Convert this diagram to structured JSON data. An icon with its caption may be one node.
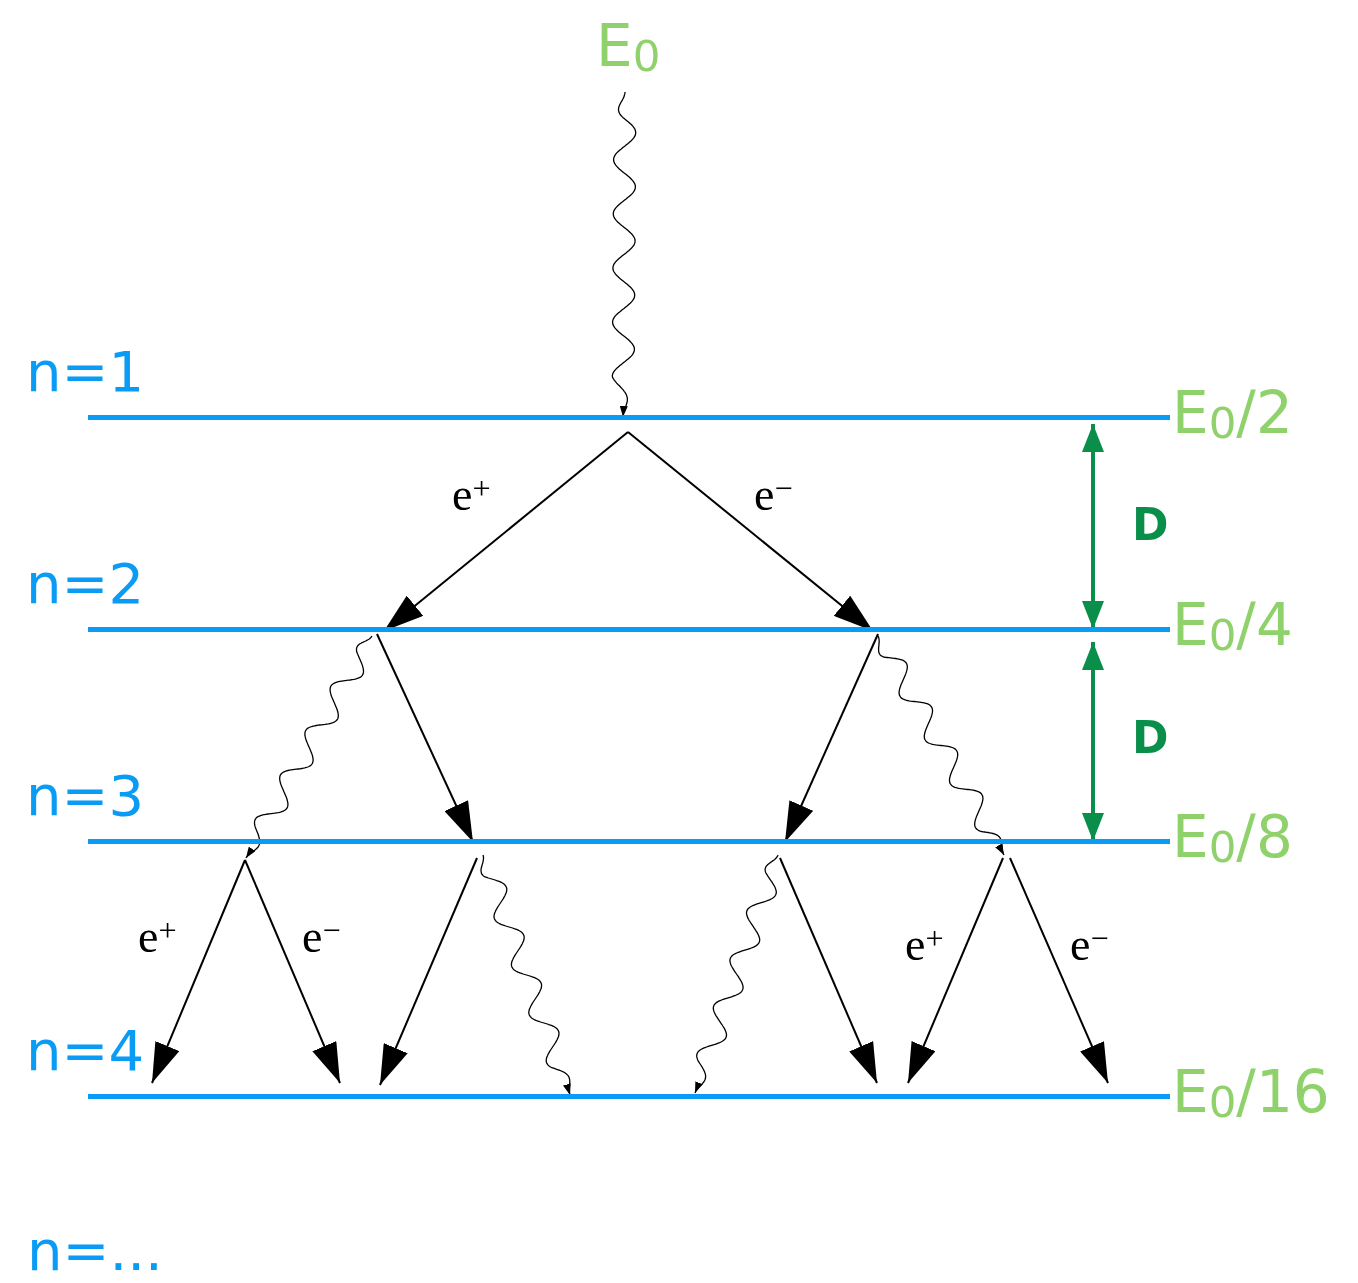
{
  "diagram": {
    "nodes": [
      {
        "text": [
          "E$_{0}$"
        ]
      },
      {
        "text": [
          "n=1"
        ],
        "beside": [
          "E$_{0}$/2"
        ]
      },
      {
        "text": [
          "n=2"
        ],
        "beside": [
          "E$_{0}$/4"
        ]
      },
      {
        "text": [
          "n=3"
        ],
        "beside": [
          "E$_{0}$/8"
        ]
      },
      {
        "text": [
          "n=4"
        ],
        "beside": [
          "E$_{0}$/16"
        ]
      }
    ],
    "edges": [
      {
        "from": 0,
        "to": 1,
        "arrow": "to"
      },
      {
        "from": 1,
        "to": 2,
        "arrow": "to",
        "label": "e$^{+}$"
      },
      {
        "from": 1,
        "to": 2,
        "arrow": "to",
        "label": "e$^{−}$"
      },
      {
        "from": 2,
        "to": 3,
        "arrow": "to"
      },
      {
        "from": 2,
        "to": 3,
        "arrow": "to"
      },
      {
        "from": 2,
        "to": 3,
        "arrow": "to"
      },
      {
        "from": 2,
        "to": 3,
        "arrow": "to"
      },
      {
        "from": 3,
        "to": 4,
        "arrow": "to",
        "label": "e$^{+}$"
      },
      {
        "from": 3,
        "to": 4,
        "arrow": "to",
        "label": "e$^{−}$"
      },
      {
        "from": 3,
        "to": 4,
        "arrow": "to"
      },
      {
        "from": 3,
        "to": 4,
        "arrow": "to"
      },
      {
        "from": 3,
        "to": 4,
        "arrow": "to"
      },
      {
        "from": 3,
        "to": 4,
        "arrow": "to"
      },
      {
        "from": 3,
        "to": 4,
        "arrow": "to",
        "label": "e$^{+}$"
      },
      {
        "from": 3,
        "to": 4,
        "arrow": "to",
        "label": "e$^{−}$"
      },
      {
        "from": 1,
        "to": 2,
        "arrow": "both",
        "label": "D",
        "color": "#0a8f4a"
      },
      {
        "from": 2,
        "to": 3,
        "arrow": "both",
        "label": "D",
        "color": "#0a8f4a"
      }
    ],
    "labels": [
      "n=..."
    ]
  }
}
